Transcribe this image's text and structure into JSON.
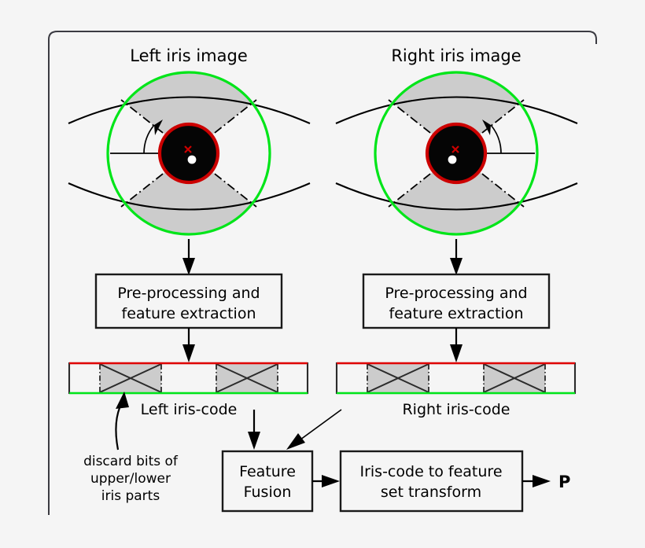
{
  "figure": {
    "title_left": "Left iris image",
    "title_right": "Right iris image",
    "background_color": "#f5f5f5",
    "frame_color": "#3b3b42"
  },
  "colors": {
    "limbus_green": "#00e519",
    "pupil_red": "#cc0000",
    "code_top_red": "#e00000",
    "code_bottom_green": "#00e519",
    "discard_gray": "#cccccc",
    "line_black": "#000000"
  },
  "eyes": [
    {
      "id": "left",
      "title": "Left iris image",
      "angle_arrow_side": "left",
      "sclera_fill": "#cccccc",
      "pupil_fill": "#050505",
      "center_marker": "red-x",
      "pupil_highlight": "white-dot"
    },
    {
      "id": "right",
      "title": "Right iris image",
      "angle_arrow_side": "right",
      "sclera_fill": "#cccccc",
      "pupil_fill": "#050505",
      "center_marker": "red-x",
      "pupil_highlight": "white-dot"
    }
  ],
  "process_boxes": [
    {
      "id": "left-preprocess",
      "line1": "Pre-processing and",
      "line2": "feature extraction"
    },
    {
      "id": "right-preprocess",
      "line1": "Pre-processing and",
      "line2": "feature extraction"
    }
  ],
  "iris_codes": [
    {
      "id": "left-iris-code",
      "label": "Left iris-code"
    },
    {
      "id": "right-iris-code",
      "label": "Right iris-code"
    }
  ],
  "annotations": {
    "discard_note": {
      "line1": "discard bits of",
      "line2": "upper/lower",
      "line3": "iris parts"
    }
  },
  "fusion": {
    "feature_fusion": {
      "line1": "Feature",
      "line2": "Fusion"
    },
    "transform": {
      "line1": "Iris-code to feature",
      "line2": "set transform"
    },
    "output_label": "P"
  }
}
